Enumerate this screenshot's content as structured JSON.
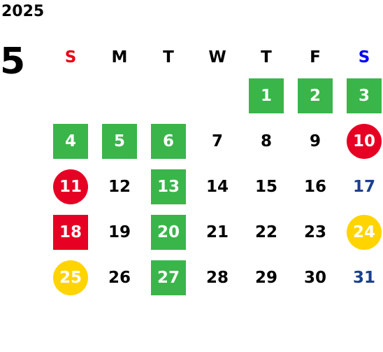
{
  "calendar": {
    "year": "2025",
    "month": "5",
    "weekdays": [
      "S",
      "M",
      "T",
      "W",
      "T",
      "F",
      "S"
    ],
    "weeks": [
      [
        {
          "label": "",
          "style": ""
        },
        {
          "label": "",
          "style": ""
        },
        {
          "label": "",
          "style": ""
        },
        {
          "label": "",
          "style": ""
        },
        {
          "label": "1",
          "style": "green"
        },
        {
          "label": "2",
          "style": "green"
        },
        {
          "label": "3",
          "style": "green"
        }
      ],
      [
        {
          "label": "4",
          "style": "green"
        },
        {
          "label": "5",
          "style": "green"
        },
        {
          "label": "6",
          "style": "green"
        },
        {
          "label": "7",
          "style": ""
        },
        {
          "label": "8",
          "style": ""
        },
        {
          "label": "9",
          "style": ""
        },
        {
          "label": "10",
          "style": "red-circle"
        }
      ],
      [
        {
          "label": "11",
          "style": "red-circle"
        },
        {
          "label": "12",
          "style": ""
        },
        {
          "label": "13",
          "style": "green"
        },
        {
          "label": "14",
          "style": ""
        },
        {
          "label": "15",
          "style": ""
        },
        {
          "label": "16",
          "style": ""
        },
        {
          "label": "17",
          "style": ""
        }
      ],
      [
        {
          "label": "18",
          "style": "red-sq"
        },
        {
          "label": "19",
          "style": ""
        },
        {
          "label": "20",
          "style": "green"
        },
        {
          "label": "21",
          "style": ""
        },
        {
          "label": "22",
          "style": ""
        },
        {
          "label": "23",
          "style": ""
        },
        {
          "label": "24",
          "style": "yellow-circle"
        }
      ],
      [
        {
          "label": "25",
          "style": "yellow-circle"
        },
        {
          "label": "26",
          "style": ""
        },
        {
          "label": "27",
          "style": "green"
        },
        {
          "label": "28",
          "style": ""
        },
        {
          "label": "29",
          "style": ""
        },
        {
          "label": "30",
          "style": ""
        },
        {
          "label": "31",
          "style": ""
        }
      ]
    ]
  },
  "colors": {
    "green": "#3ab54a",
    "red": "#e60023",
    "yellow": "#ffd400",
    "sunday_header": "#e60012",
    "saturday_header": "#0000ff",
    "saturday_text": "#1a3f8c"
  }
}
